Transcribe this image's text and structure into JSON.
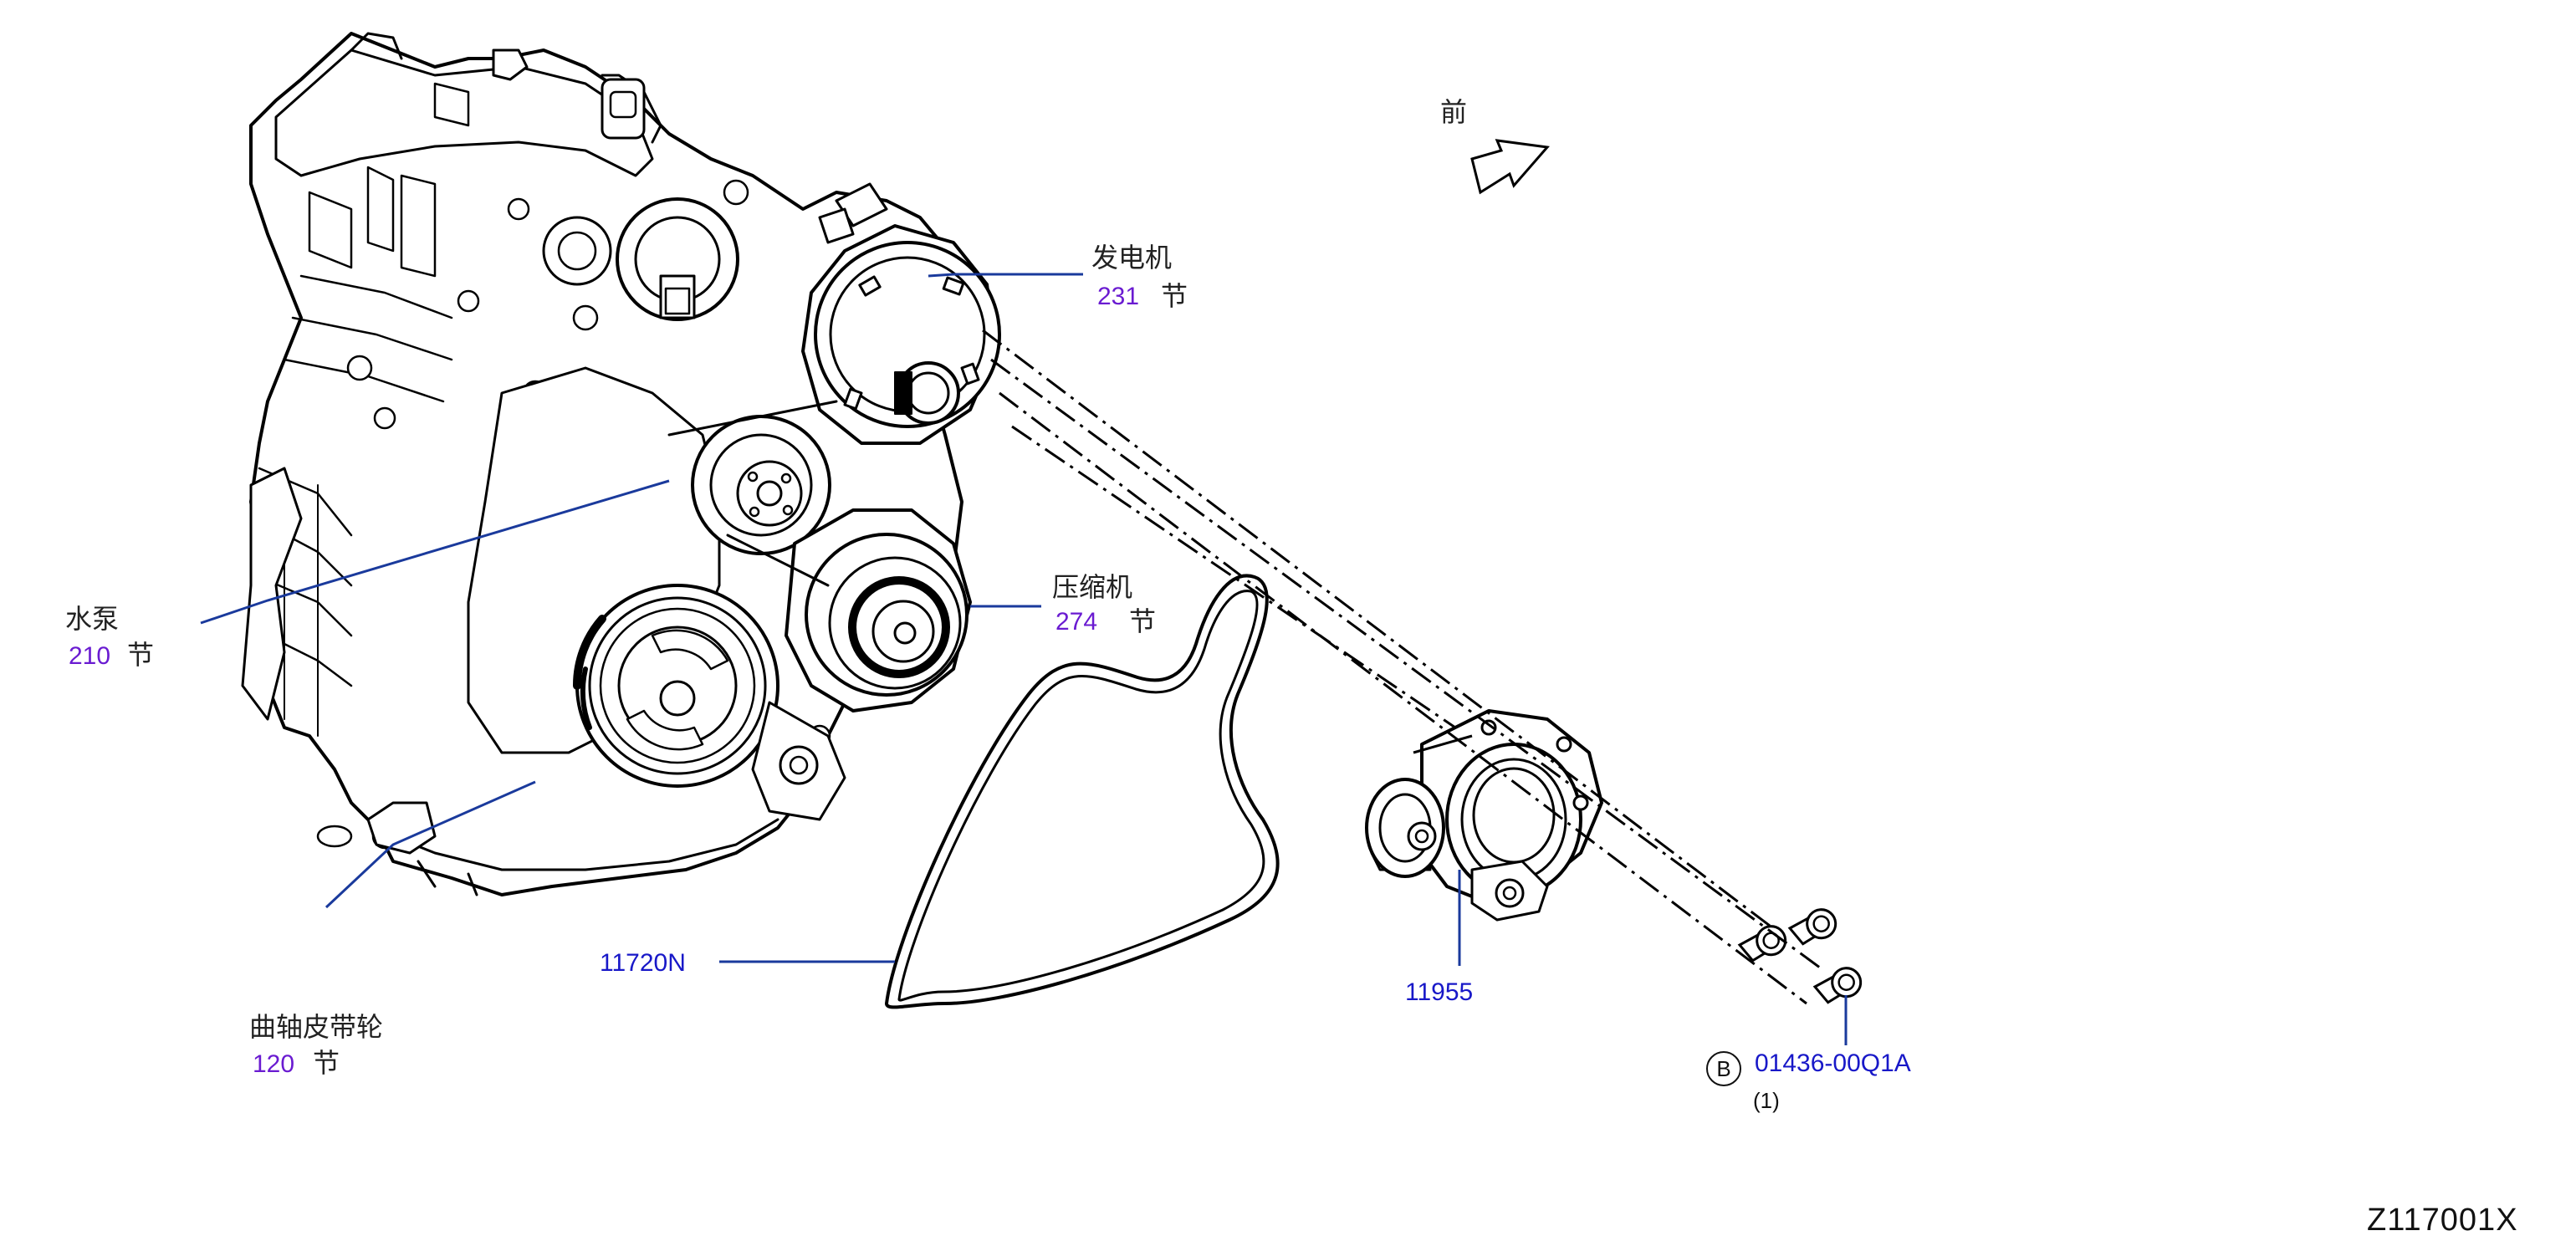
{
  "labels": {
    "front": "前",
    "alternator": {
      "name": "发电机",
      "section": "231",
      "unit": "节"
    },
    "compressor": {
      "name": "压缩机",
      "section": "274",
      "unit": "节"
    },
    "water_pump": {
      "name": "水泵",
      "section": "210",
      "unit": "节"
    },
    "crank_pulley": {
      "name": "曲轴皮带轮",
      "section": "120",
      "unit": "节"
    }
  },
  "parts": {
    "belt": "11720N",
    "tensioner": "11955",
    "bolt": {
      "badge": "B",
      "number": "01436-00Q1A",
      "qty": "(1)"
    }
  },
  "drawing_id": "Z117001X",
  "colors": {
    "leader": "#1a3a9c",
    "part_number": "#1818c8",
    "section_number": "#6a1bd1",
    "line": "#000000"
  }
}
